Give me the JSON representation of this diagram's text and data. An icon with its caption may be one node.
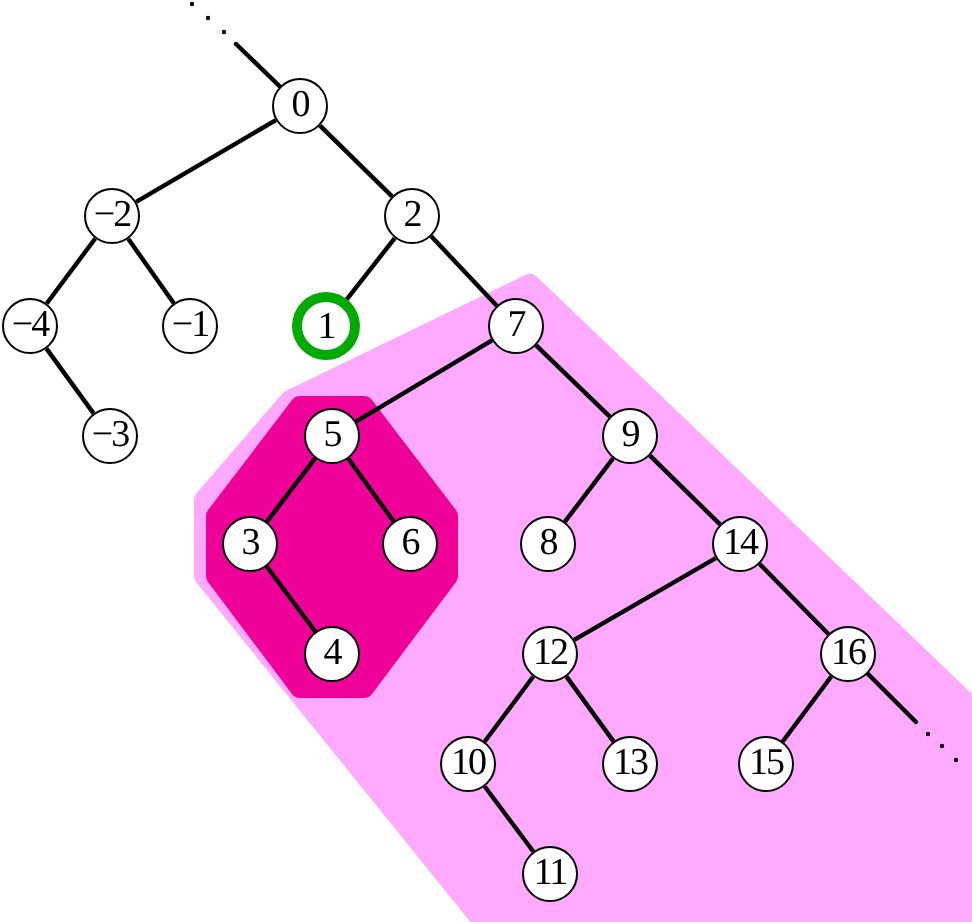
{
  "diagram": {
    "nodes": [
      {
        "text": [
          "0"
        ]
      },
      {
        "text": [
          "−2"
        ]
      },
      {
        "text": [
          "2"
        ]
      },
      {
        "text": [
          "−4"
        ]
      },
      {
        "text": [
          "−1"
        ]
      },
      {
        "text": [
          "1"
        ]
      },
      {
        "text": [],
        "shape": "region"
      },
      {
        "text": [
          "7"
        ],
        "in": 6
      },
      {
        "text": [
          "−3"
        ]
      },
      {
        "text": [],
        "shape": "region",
        "in": 6
      },
      {
        "text": [
          "5"
        ],
        "in": 9
      },
      {
        "text": [
          "9"
        ],
        "in": 6
      },
      {
        "text": [
          "3"
        ],
        "in": 9
      },
      {
        "text": [
          "6"
        ],
        "in": 9
      },
      {
        "text": [
          "8"
        ],
        "in": 6
      },
      {
        "text": [
          "14"
        ],
        "in": 6
      },
      {
        "text": [
          "4"
        ],
        "in": 9
      },
      {
        "text": [
          "12"
        ],
        "in": 6
      },
      {
        "text": [
          "16"
        ],
        "in": 6
      },
      {
        "text": [
          "10"
        ],
        "in": 6
      },
      {
        "text": [
          "13"
        ],
        "in": 6
      },
      {
        "text": [
          "15"
        ],
        "in": 6
      },
      {
        "text": [
          "11"
        ],
        "in": 6
      }
    ],
    "edges": [
      {
        "from": null,
        "to": 0,
        "arrow": "none",
        "style": "dashed"
      },
      {
        "from": 0,
        "to": 1,
        "arrow": "none"
      },
      {
        "from": 0,
        "to": 2,
        "arrow": "none"
      },
      {
        "from": 1,
        "to": 3,
        "arrow": "none"
      },
      {
        "from": 1,
        "to": 4,
        "arrow": "none"
      },
      {
        "from": 3,
        "to": 8,
        "arrow": "none"
      },
      {
        "from": 2,
        "to": 5,
        "arrow": "none"
      },
      {
        "from": 2,
        "to": 7,
        "arrow": "none"
      },
      {
        "from": 7,
        "to": 10,
        "arrow": "none"
      },
      {
        "from": 7,
        "to": 11,
        "arrow": "none"
      },
      {
        "from": 10,
        "to": 12,
        "arrow": "none"
      },
      {
        "from": 10,
        "to": 13,
        "arrow": "none"
      },
      {
        "from": 12,
        "to": 16,
        "arrow": "none"
      },
      {
        "from": 11,
        "to": 14,
        "arrow": "none"
      },
      {
        "from": 11,
        "to": 15,
        "arrow": "none"
      },
      {
        "from": 15,
        "to": 17,
        "arrow": "none"
      },
      {
        "from": 15,
        "to": 18,
        "arrow": "none"
      },
      {
        "from": 17,
        "to": 19,
        "arrow": "none"
      },
      {
        "from": 17,
        "to": 20,
        "arrow": "none"
      },
      {
        "from": 19,
        "to": 22,
        "arrow": "none"
      },
      {
        "from": 18,
        "to": 21,
        "arrow": "none"
      },
      {
        "from": 18,
        "to": null,
        "arrow": "none",
        "style": "dashed"
      }
    ]
  }
}
